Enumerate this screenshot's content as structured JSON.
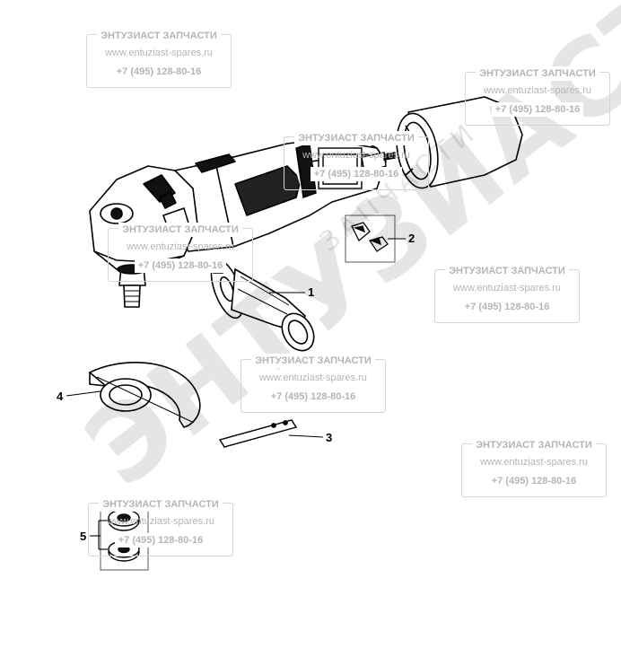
{
  "watermark": {
    "name": "ЭНТУЗИАСТ ЗАПЧАСТИ",
    "url": "www.entuziast-spares.ru",
    "phone": "+7 (495) 128-80-16",
    "big_text": "ЭНТУЗИАСТ!",
    "big_sub": "ЗАПЧАСТИ",
    "registered": "®"
  },
  "parts": [
    {
      "number": "1",
      "part": "side-handle"
    },
    {
      "number": "2",
      "part": "carbon-brushes"
    },
    {
      "number": "3",
      "part": "spanner"
    },
    {
      "number": "4",
      "part": "wheel-guard"
    },
    {
      "number": "5",
      "part": "flange-set"
    }
  ]
}
